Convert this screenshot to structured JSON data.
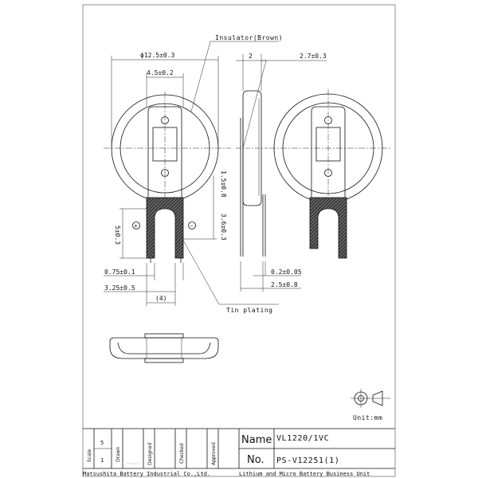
{
  "dimensions": {
    "diameter": "ϕ12.5±0.3",
    "tab_width": "4.5±0.2",
    "thickness": "2",
    "height_total": "2.7±0.3",
    "lead_height": "5±0.3",
    "lead_spacing": "1.5±0.8",
    "lead_length": "3.6±0.3",
    "lead_width": "0.75±0.1",
    "lead_offset": "3.25±0.5",
    "pitch": "(4)",
    "lead_thickness": "0.2±0.05",
    "side_offset": "2.5±0.8"
  },
  "labels": {
    "insulator": "Insulator(Brown)",
    "tin_plating": "Tin plating",
    "plus": "+",
    "minus": "−",
    "unit": "Unit:mm"
  },
  "title_block": {
    "scale_label": "Scale",
    "scale_top": "5",
    "scale_bottom": "1",
    "drawn_label": "Drawn",
    "designed_label": "Designed",
    "checked_label": "Checked",
    "approved_label": "Approved",
    "name_label": "Name",
    "name_value": "VL1220/1VC",
    "no_label": "No.",
    "no_value": "PS-V12251(1)",
    "company": "Matsushita Battery Industrial Co.,Ltd.",
    "division": "Lithium and Micro Battery Business Unit"
  },
  "colors": {
    "line": "#111111",
    "hatch": "#333333"
  }
}
